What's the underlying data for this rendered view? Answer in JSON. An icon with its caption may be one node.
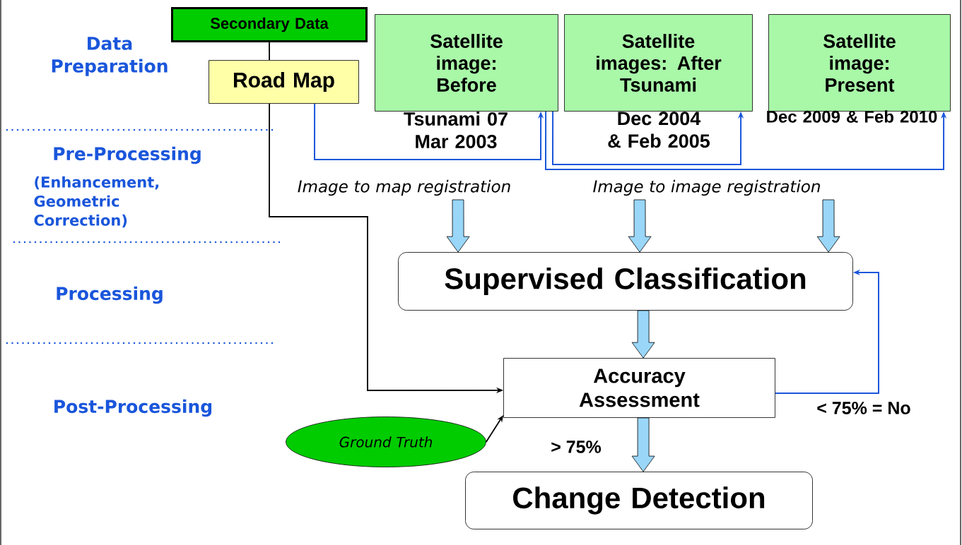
{
  "diagram": {
    "nodes": [
      {
        "text": [
          "Secondary Data"
        ]
      },
      {
        "text": [
          "Road Map"
        ]
      },
      {
        "text": [
          "Satellite image: Before"
        ],
        "beside": [
          "Tsunami 07 Mar 2003"
        ]
      },
      {
        "text": [
          "Satellite images: After Tsunami"
        ],
        "beside": [
          "Dec 2004 & Feb 2005"
        ]
      },
      {
        "text": [
          "Satellite image: Present"
        ],
        "beside": [
          "Dec 2009 & Feb 2010"
        ]
      },
      {
        "text": [
          "Supervised Classification"
        ]
      },
      {
        "text": [
          "Accuracy Assessment"
        ]
      },
      {
        "text": [
          "Ground Truth"
        ]
      },
      {
        "text": [
          "Change Detection"
        ]
      }
    ],
    "edges": [
      {
        "from": 0,
        "to": 1,
        "arrow": "none",
        "color": "#000000"
      },
      {
        "from": 1,
        "to": 6,
        "arrow": "to",
        "color": "#000000"
      },
      {
        "from": 1,
        "to": 2,
        "arrow": "to"
      },
      {
        "from": 2,
        "to": 3,
        "arrow": "to"
      },
      {
        "from": 2,
        "to": 4,
        "arrow": "to"
      },
      {
        "from": null,
        "to": 5,
        "arrow": "to",
        "style": "thick"
      },
      {
        "from": null,
        "to": 5,
        "arrow": "to",
        "style": "thick"
      },
      {
        "from": null,
        "to": 5,
        "arrow": "to",
        "style": "thick"
      },
      {
        "from": 5,
        "to": 6,
        "arrow": "to",
        "style": "thick"
      },
      {
        "from": 6,
        "to": 8,
        "arrow": "to",
        "style": "thick",
        "label": "> 75%"
      },
      {
        "from": 6,
        "to": 5,
        "arrow": "to",
        "label": "< 75% = No"
      },
      {
        "from": 7,
        "to": 6,
        "arrow": "to",
        "color": "#000000"
      }
    ],
    "labels": [
      "Data Preparation",
      "Pre-Processing",
      "(Enhancement, Geometric Correction)",
      "Image to map registration",
      "Image to image registration",
      "Processing",
      "Post-Processing"
    ]
  }
}
